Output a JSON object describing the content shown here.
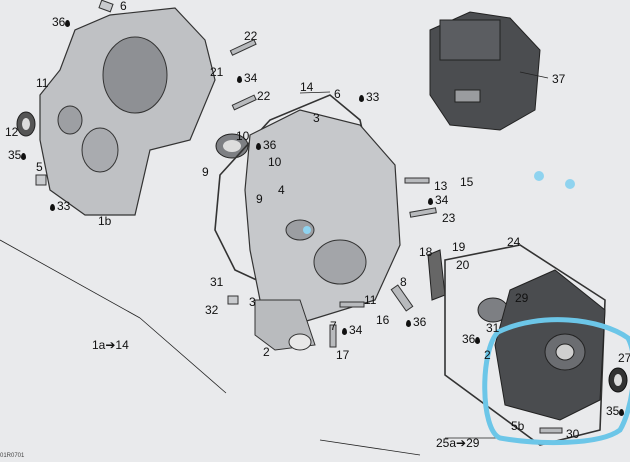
{
  "diagram": {
    "annotation_color": "#6cc6e8",
    "marker_color": "#8fd3ef",
    "fig_id": "01R0701",
    "callouts": {
      "c6_top": "6",
      "c36_top": "36",
      "c22a": "22",
      "c21": "21",
      "c34a": "34",
      "c22b": "22",
      "c14": "14",
      "c6_mid": "6",
      "c33a": "33",
      "c3a": "3",
      "c11a": "11",
      "c12": "12",
      "c35a": "35",
      "c5": "5",
      "c33b": "33",
      "c10a": "10",
      "c36b": "36",
      "c10b": "10",
      "c9a": "9",
      "c4": "4",
      "c9b": "9",
      "c1b": "1b",
      "c37": "37",
      "c13": "13",
      "c15": "15",
      "c34b": "34",
      "c23": "23",
      "c18": "18",
      "c19": "19",
      "c20": "20",
      "c24": "24",
      "c31": "31",
      "c32": "32",
      "c3b": "3",
      "c8": "8",
      "c11b": "11",
      "c29": "29",
      "c31b": "31",
      "c36c": "36",
      "c7": "7",
      "c34c": "34",
      "c16": "16",
      "c36d": "36",
      "c2": "2",
      "c17": "17",
      "c1a14": "1a➔14",
      "c2b": "2",
      "c27": "27",
      "c35b": "35",
      "c25a29": "25a➔29",
      "c5b": "5b",
      "c30": "30"
    }
  }
}
